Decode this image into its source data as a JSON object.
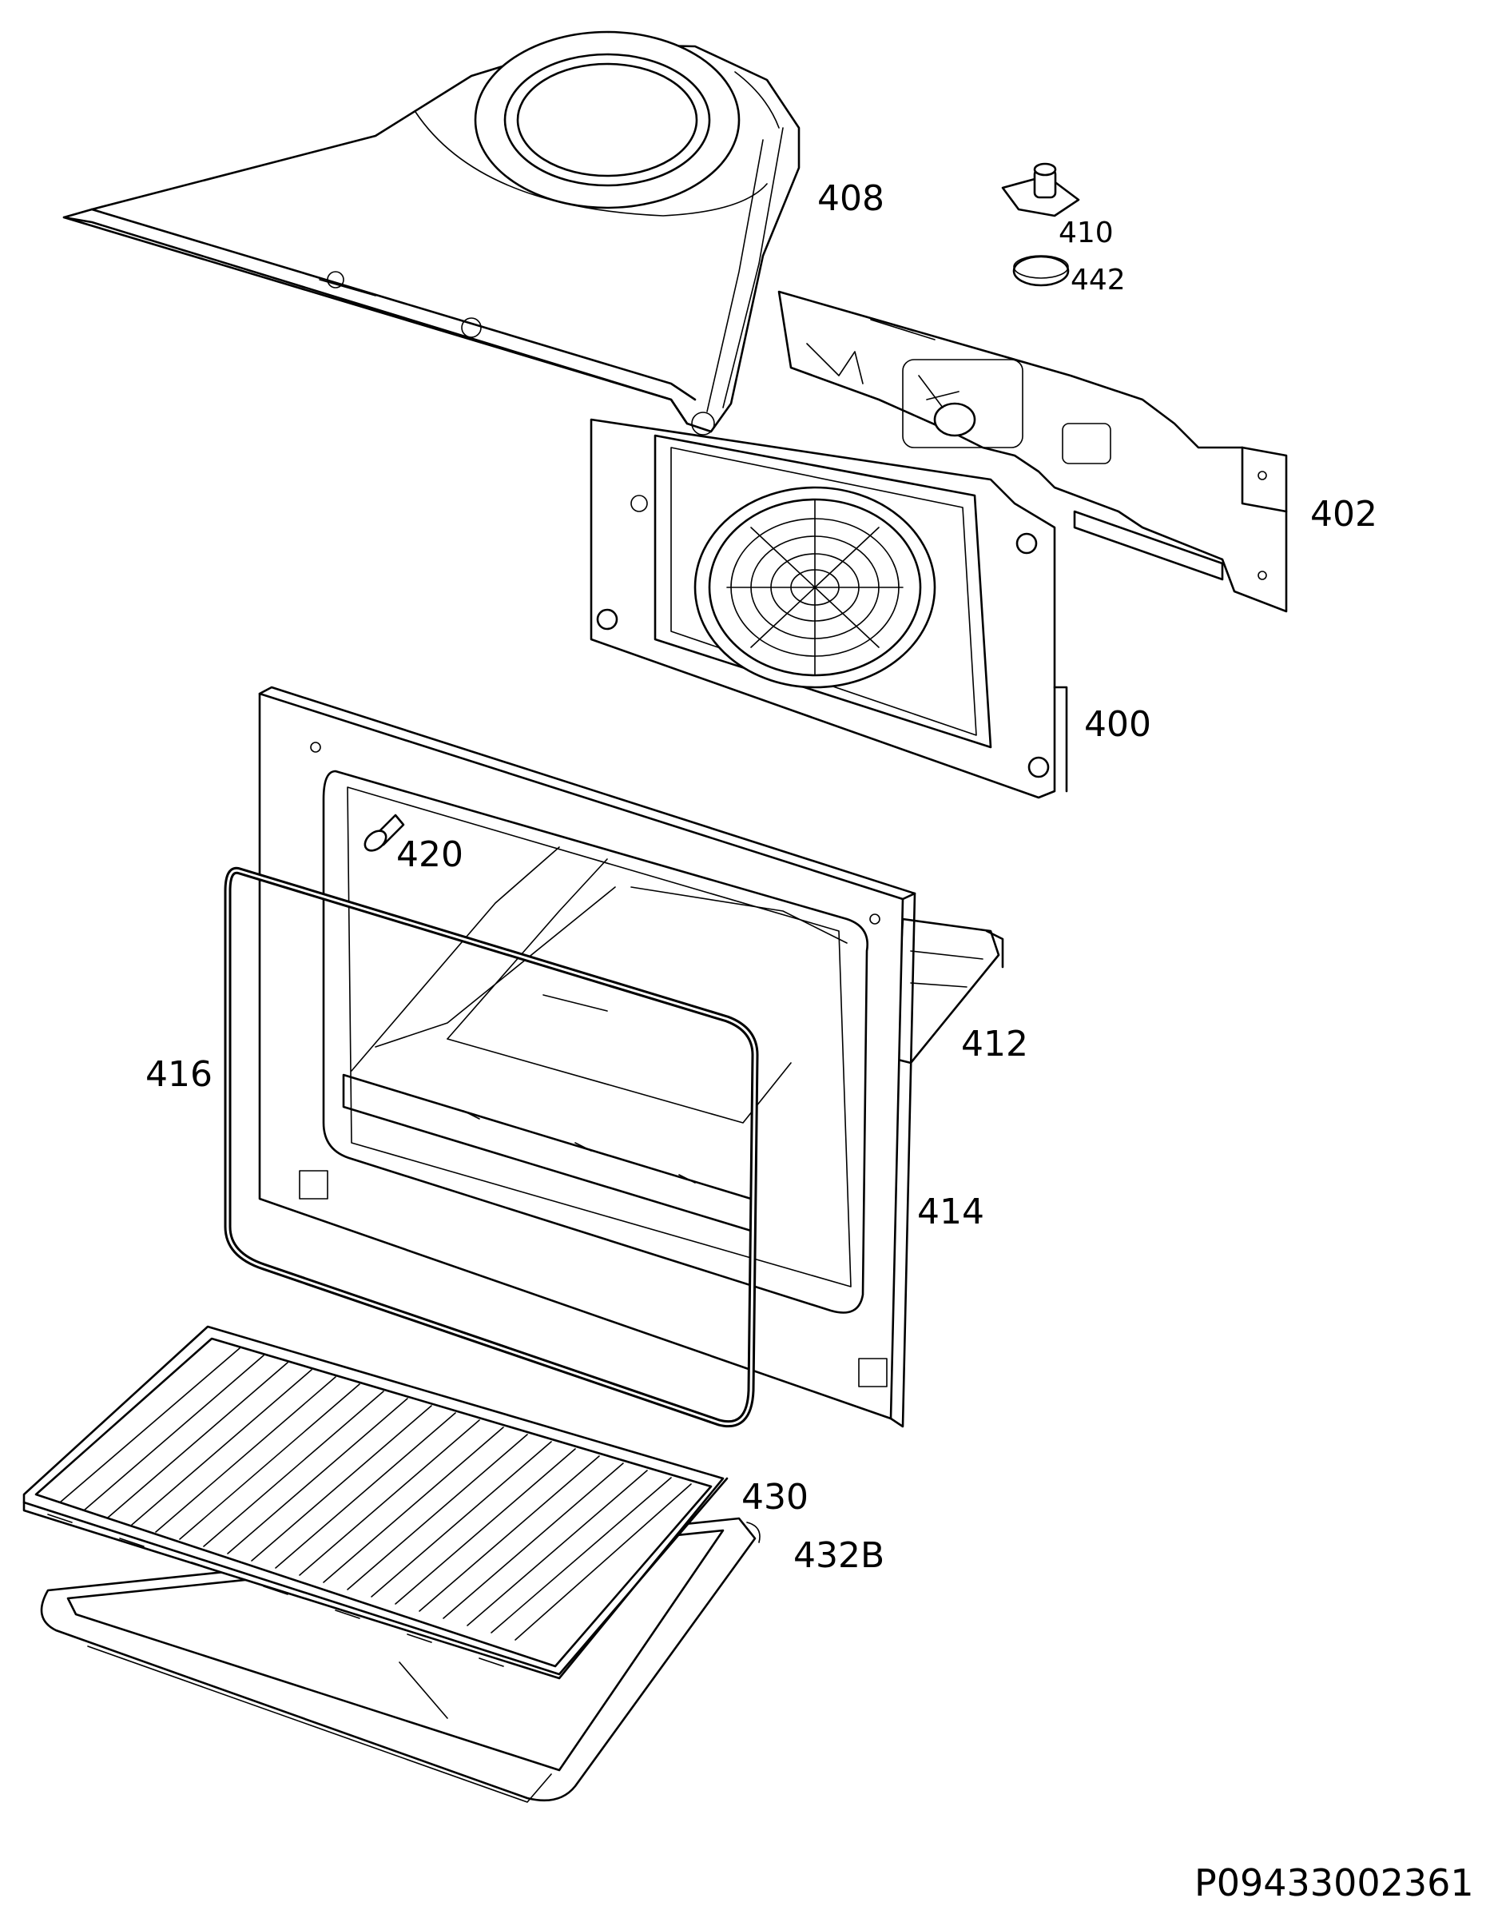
{
  "labels": {
    "p408": "408",
    "p410": "410",
    "p442": "442",
    "p402": "402",
    "p400": "400",
    "p420": "420",
    "p412": "412",
    "p416": "416",
    "p414": "414",
    "p430": "430",
    "p432B": "432B"
  },
  "drawing_id": "P09433002361"
}
